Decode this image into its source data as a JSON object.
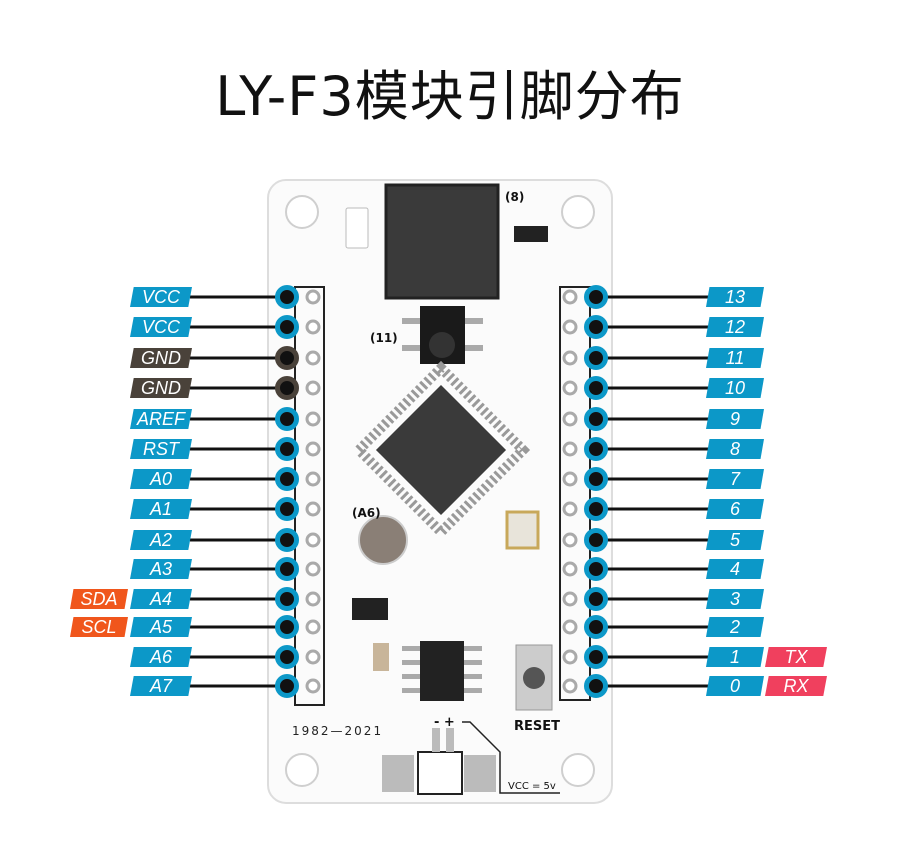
{
  "title": "LY-F3模块引脚分布",
  "colors": {
    "power": "#0c98c8",
    "ground": "#4a423a",
    "pin": "#0c98c8",
    "i2c": "#f0561c",
    "uart": "#f0405e"
  },
  "left_pins": [
    {
      "label": "VCC",
      "type": "power"
    },
    {
      "label": "VCC",
      "type": "power"
    },
    {
      "label": "GND",
      "type": "ground"
    },
    {
      "label": "GND",
      "type": "ground"
    },
    {
      "label": "AREF",
      "type": "pin"
    },
    {
      "label": "RST",
      "type": "pin"
    },
    {
      "label": "A0",
      "type": "pin"
    },
    {
      "label": "A1",
      "type": "pin"
    },
    {
      "label": "A2",
      "type": "pin"
    },
    {
      "label": "A3",
      "type": "pin"
    },
    {
      "label": "A4",
      "type": "pin",
      "alt": "SDA"
    },
    {
      "label": "A5",
      "type": "pin",
      "alt": "SCL"
    },
    {
      "label": "A6",
      "type": "pin"
    },
    {
      "label": "A7",
      "type": "pin"
    }
  ],
  "right_pins": [
    {
      "label": "13"
    },
    {
      "label": "12"
    },
    {
      "label": "11"
    },
    {
      "label": "10"
    },
    {
      "label": "9"
    },
    {
      "label": "8"
    },
    {
      "label": "7"
    },
    {
      "label": "6"
    },
    {
      "label": "5"
    },
    {
      "label": "4"
    },
    {
      "label": "3"
    },
    {
      "label": "2"
    },
    {
      "label": "1",
      "alt": "TX"
    },
    {
      "label": "0",
      "alt": "RX"
    }
  ],
  "board": {
    "buzzer_tag": "(8)",
    "ir_tag": "(11)",
    "mic_tag": "(A6)",
    "year": "1982—2021",
    "reset": "RESET",
    "power_note": "VCC = 5v",
    "polarity": "- +"
  }
}
